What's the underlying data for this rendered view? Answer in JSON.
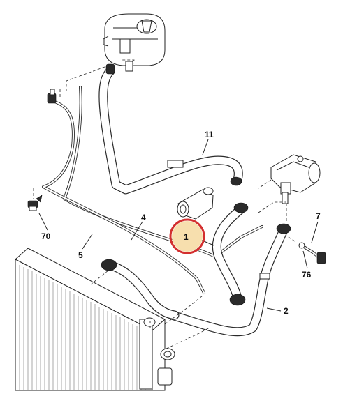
{
  "diagram": {
    "callouts": [
      {
        "id": "c1",
        "label": "1"
      },
      {
        "id": "c2",
        "label": "2"
      },
      {
        "id": "c4",
        "label": "4"
      },
      {
        "id": "c5",
        "label": "5"
      },
      {
        "id": "c7",
        "label": "7"
      },
      {
        "id": "c11",
        "label": "11"
      },
      {
        "id": "c70",
        "label": "70"
      },
      {
        "id": "c76",
        "label": "76"
      }
    ],
    "highlight": {
      "target": "1",
      "ring_color": "#d32f2f",
      "fill_color": "#f7dfae"
    }
  }
}
